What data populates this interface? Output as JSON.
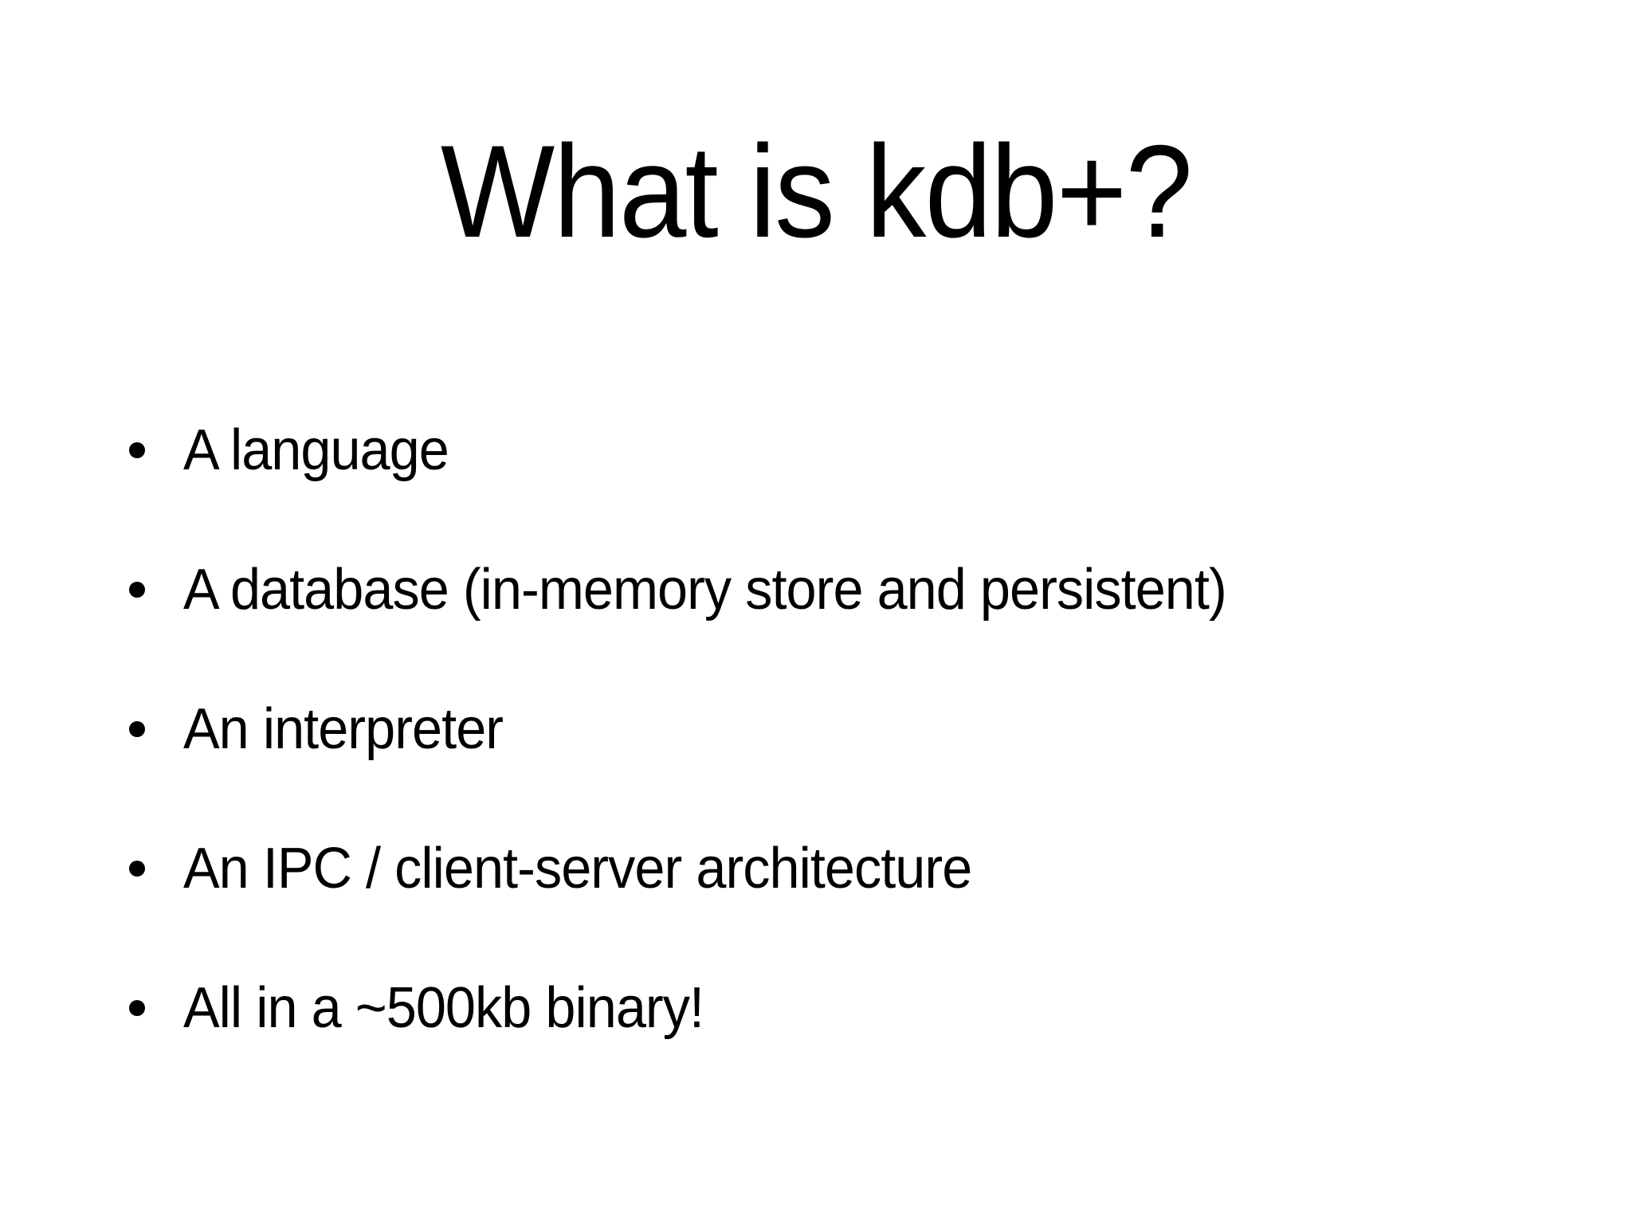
{
  "slide": {
    "title": "What is kdb+?",
    "bullets": [
      {
        "text": "A language"
      },
      {
        "text": "A database (in-memory store and persistent)"
      },
      {
        "text": "An interpreter"
      },
      {
        "text": "An IPC / client-server architecture"
      },
      {
        "text": "All in a ~500kb binary!"
      }
    ]
  },
  "colors": {
    "background": "#ffffff",
    "text": "#000000"
  }
}
